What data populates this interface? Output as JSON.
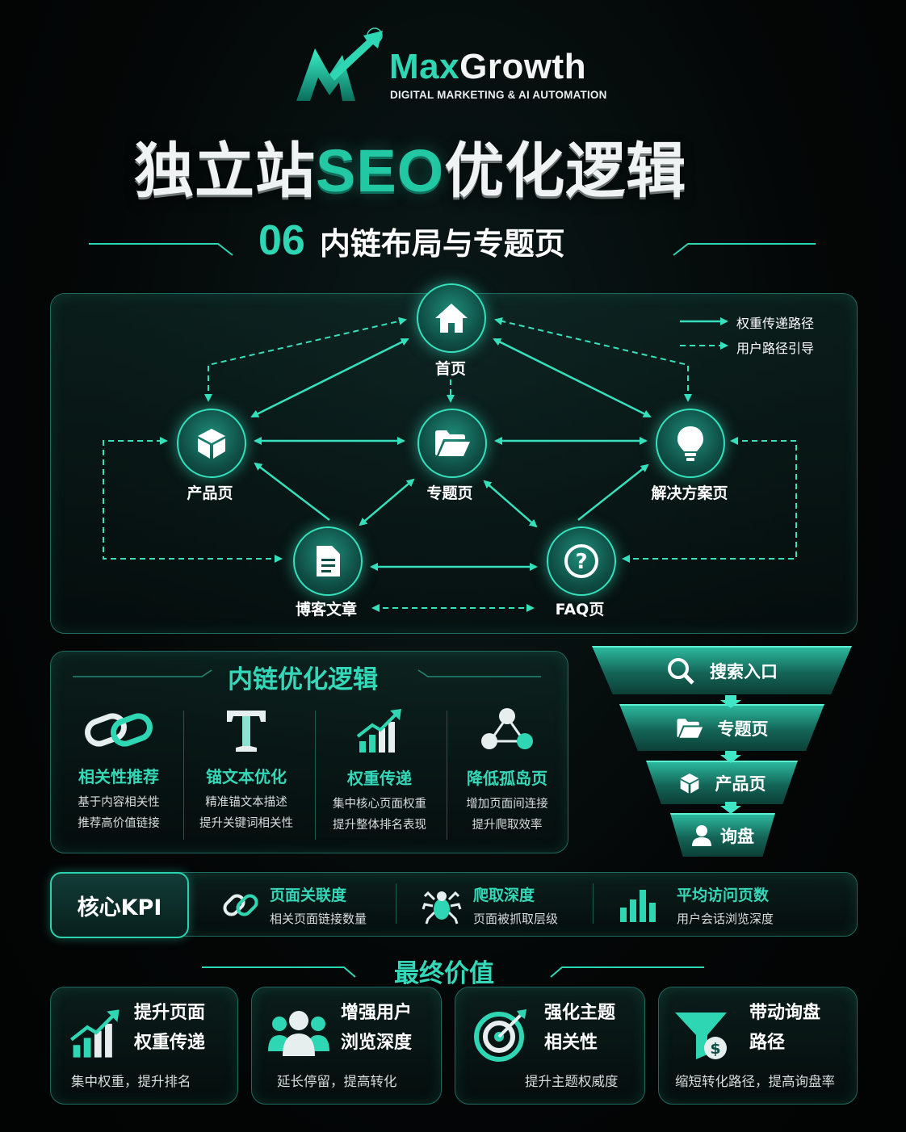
{
  "brand": {
    "name_max": "Max",
    "name_growth": "Growth",
    "tagline": "DIGITAL MARKETING & AI AUTOMATION"
  },
  "title": {
    "part1": "独立站",
    "part2": "SEO",
    "part3": "优化逻辑"
  },
  "subtitle": {
    "number": "06",
    "text": "内链布局与专题页"
  },
  "legend": {
    "solid": "权重传递路径",
    "dashed": "用户路径引导"
  },
  "nodes": {
    "home": "首页",
    "product": "产品页",
    "topic": "专题页",
    "solution": "解决方案页",
    "blog": "博客文章",
    "faq": "FAQ页"
  },
  "logic": {
    "title": "内链优化逻辑",
    "items": [
      {
        "title": "相关性推荐",
        "line1": "基于内容相关性",
        "line2": "推荐高价值链接",
        "icon": "link-icon"
      },
      {
        "title": "锚文本优化",
        "line1": "精准锚文本描述",
        "line2": "提升关键词相关性",
        "icon": "text-icon"
      },
      {
        "title": "权重传递",
        "line1": "集中核心页面权重",
        "line2": "提升整体排名表现",
        "icon": "growth-chart-icon"
      },
      {
        "title": "降低孤岛页",
        "line1": "增加页面间连接",
        "line2": "提升爬取效率",
        "icon": "network-icon"
      }
    ]
  },
  "funnel": {
    "steps": [
      "搜索入口",
      "专题页",
      "产品页",
      "询盘"
    ]
  },
  "kpi": {
    "tag": "核心KPI",
    "items": [
      {
        "title": "页面关联度",
        "desc": "相关页面链接数量",
        "icon": "link-icon"
      },
      {
        "title": "爬取深度",
        "desc": "页面被抓取层级",
        "icon": "spider-icon"
      },
      {
        "title": "平均访问页数",
        "desc": "用户会话浏览深度",
        "icon": "bar-chart-icon"
      }
    ]
  },
  "value": {
    "title": "最终价值",
    "cards": [
      {
        "line1": "提升页面",
        "line2": "权重传递",
        "desc": "集中权重，提升排名",
        "icon": "growth-chart-icon"
      },
      {
        "line1": "增强用户",
        "line2": "浏览深度",
        "desc": "延长停留，提高转化",
        "icon": "users-icon"
      },
      {
        "line1": "强化主题",
        "line2": "相关性",
        "desc": "提升主题权威度",
        "icon": "target-icon"
      },
      {
        "line1": "带动询盘",
        "line2": "路径",
        "desc": "缩短转化路径，提高询盘率",
        "icon": "funnel-dollar-icon"
      }
    ]
  },
  "colors": {
    "accent": "#2fd6b4",
    "background": "#040707",
    "border": "#1f6b60"
  }
}
